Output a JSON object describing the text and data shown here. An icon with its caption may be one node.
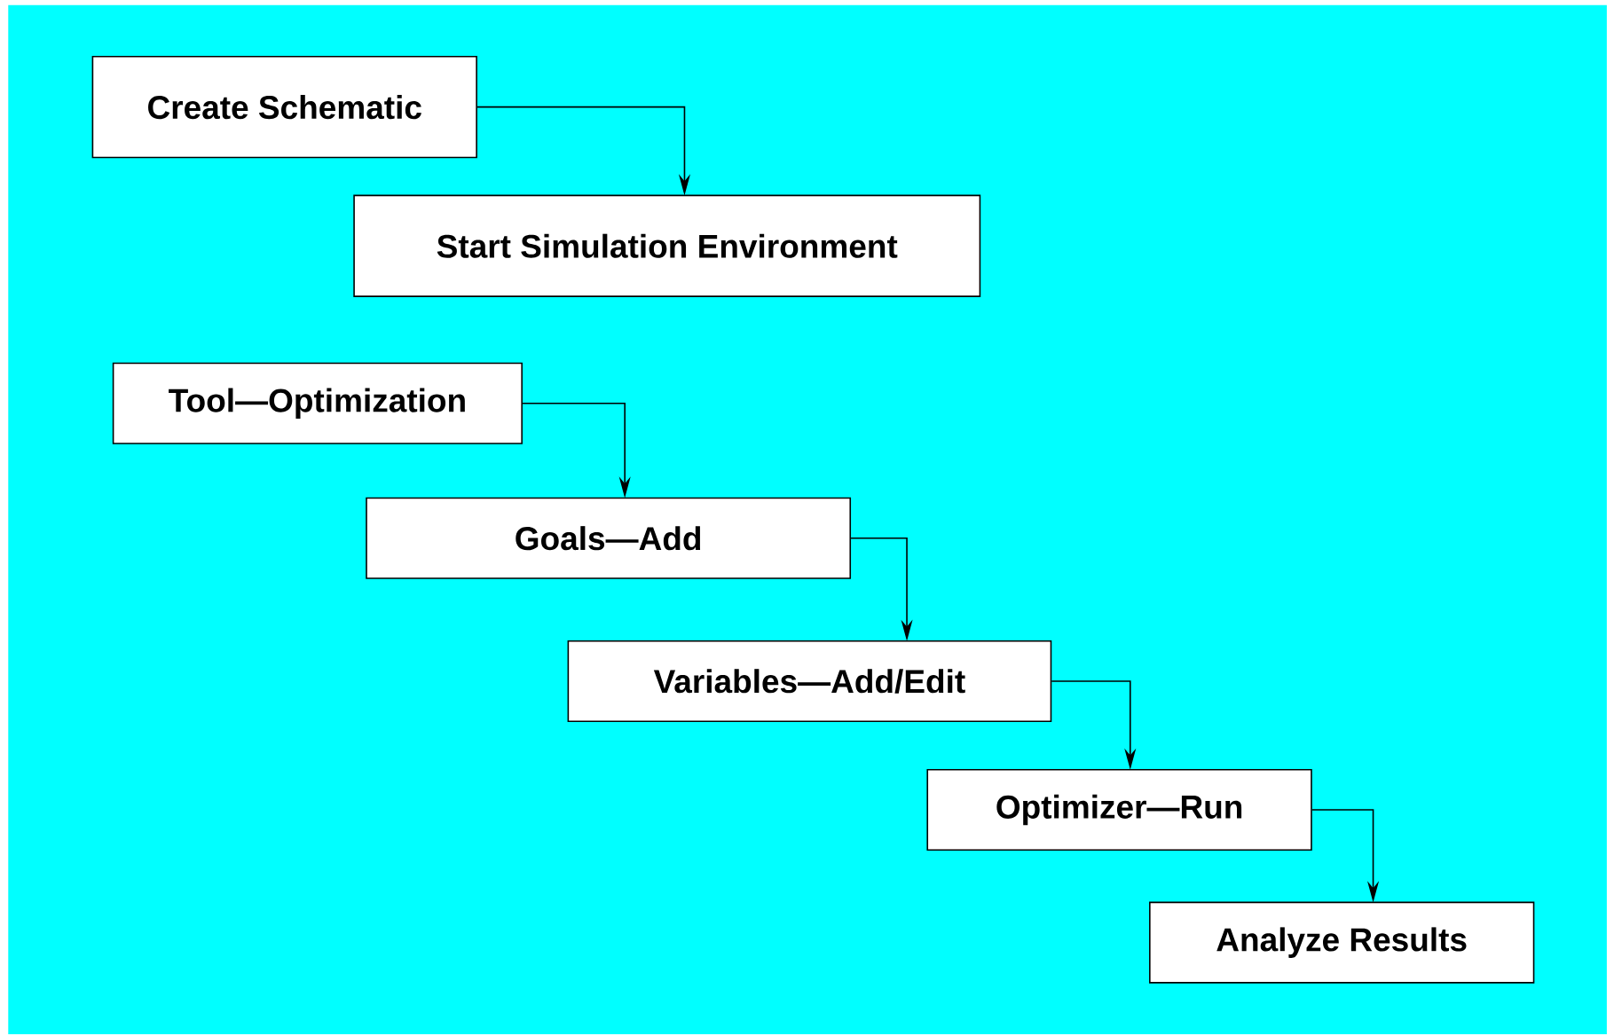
{
  "diagram": {
    "nodes": [
      {
        "text": [
          "Create Schematic"
        ]
      },
      {
        "text": [
          "Start Simulation Environment"
        ]
      },
      {
        "text": [
          "Tool—Optimization"
        ]
      },
      {
        "text": [
          "Goals—Add"
        ]
      },
      {
        "text": [
          "Variables—Add/Edit"
        ]
      },
      {
        "text": [
          "Optimizer—Run"
        ]
      },
      {
        "text": [
          "Analyze Results"
        ]
      }
    ],
    "edges": [
      {
        "from": 0,
        "to": 1,
        "arrow": "to"
      },
      {
        "from": 2,
        "to": 3,
        "arrow": "to"
      },
      {
        "from": 3,
        "to": 4,
        "arrow": "to"
      },
      {
        "from": 4,
        "to": 5,
        "arrow": "to"
      },
      {
        "from": 5,
        "to": 6,
        "arrow": "to"
      }
    ]
  }
}
